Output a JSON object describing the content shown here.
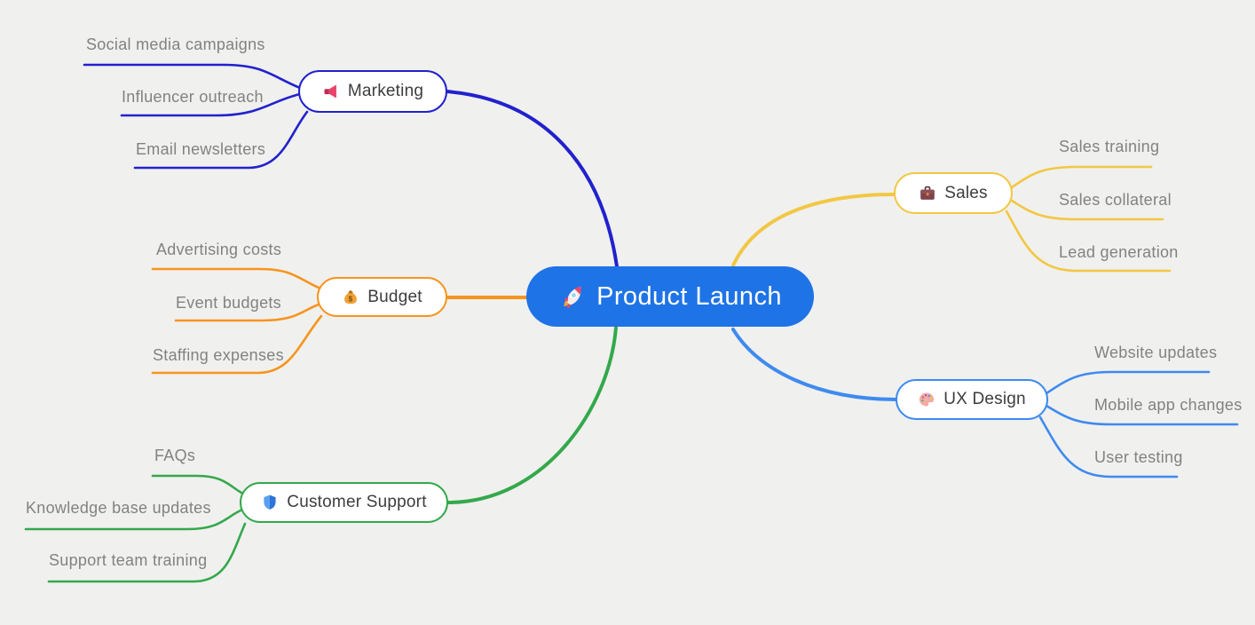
{
  "canvas": {
    "background": "#F0F0EE"
  },
  "center": {
    "label": "Product Launch",
    "icon": "rocket-icon",
    "color": "#1E73E6",
    "text_color": "#FFFFFF"
  },
  "branches": [
    {
      "label": "Marketing",
      "icon": "megaphone-icon",
      "color": "#2121CE",
      "children": [
        {
          "label": "Social media campaigns"
        },
        {
          "label": "Influencer outreach"
        },
        {
          "label": "Email newsletters"
        }
      ]
    },
    {
      "label": "Budget",
      "icon": "money-bag-icon",
      "color": "#F7941E",
      "children": [
        {
          "label": "Advertising costs"
        },
        {
          "label": "Event budgets"
        },
        {
          "label": "Staffing expenses"
        }
      ]
    },
    {
      "label": "Customer Support",
      "icon": "shield-icon",
      "color": "#34A84C",
      "children": [
        {
          "label": "FAQs"
        },
        {
          "label": "Knowledge base updates"
        },
        {
          "label": "Support team training"
        }
      ]
    },
    {
      "label": "Sales",
      "icon": "briefcase-icon",
      "color": "#F2C744",
      "children": [
        {
          "label": "Sales training"
        },
        {
          "label": "Sales collateral"
        },
        {
          "label": "Lead generation"
        }
      ]
    },
    {
      "label": "UX Design",
      "icon": "palette-icon",
      "color": "#3E8AEF",
      "children": [
        {
          "label": "Website updates"
        },
        {
          "label": "Mobile app changes"
        },
        {
          "label": "User testing"
        }
      ]
    }
  ],
  "text_colors": {
    "branch_label": "#3D3D3D",
    "subtopic_label": "#828282"
  }
}
